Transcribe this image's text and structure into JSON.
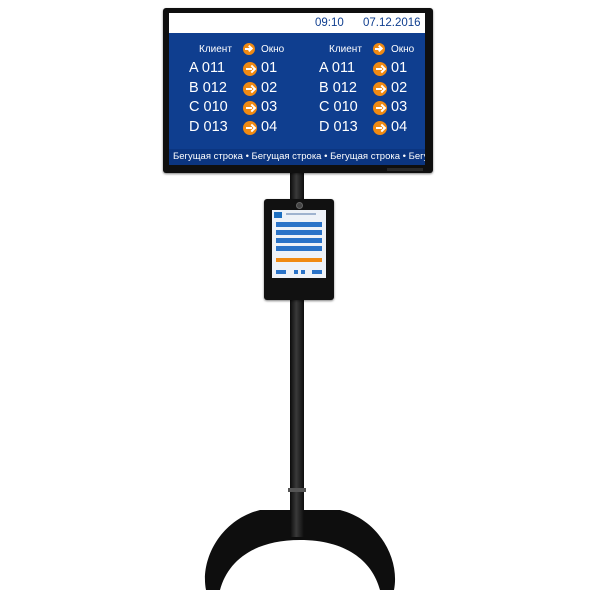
{
  "display": {
    "clock": "09:10",
    "date": "07.12.2016",
    "header_client": "Клиент",
    "header_window": "Окно",
    "queue": [
      {
        "client": "A 011",
        "window": "01"
      },
      {
        "client": "B 012",
        "window": "02"
      },
      {
        "client": "C 010",
        "window": "03"
      },
      {
        "client": "D 013",
        "window": "04"
      }
    ],
    "ticker": "Бегущая строка • Бегущая строка • Бегущая строка • Бегущая строка",
    "colors": {
      "screen_bg": "#0f3e8f",
      "accent": "#f08a12",
      "text": "#ffffff"
    }
  },
  "icons": {
    "arrow": "arrow-right-circle-icon",
    "camera": "camera-icon"
  }
}
